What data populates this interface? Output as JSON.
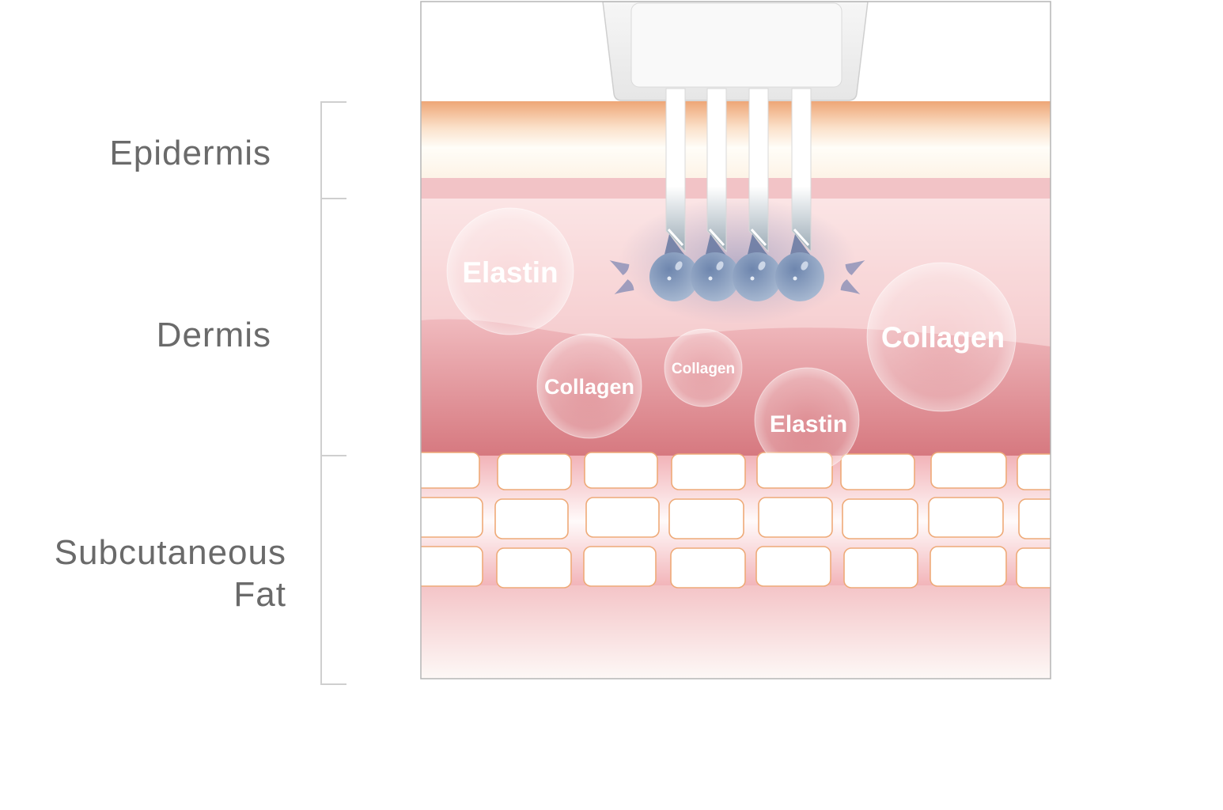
{
  "layers": {
    "epidermis": "Epidermis",
    "dermis": "Dermis",
    "fat_line1": "Subcutaneous",
    "fat_line2": "Fat"
  },
  "bubbles": [
    {
      "label": "Elastin"
    },
    {
      "label": "Collagen"
    },
    {
      "label": "Collagen"
    },
    {
      "label": "Elastin"
    },
    {
      "label": "Collagen"
    }
  ],
  "colors": {
    "epidermis_top": "#eea676",
    "dermis_light": "#f7d9dc",
    "dermis_dark": "#d6787f",
    "fat_cell_outline": "#eeaa78",
    "droplet": "#8fa2c2",
    "bracket": "#cfcfcf",
    "label_text": "#6a6a6a"
  }
}
